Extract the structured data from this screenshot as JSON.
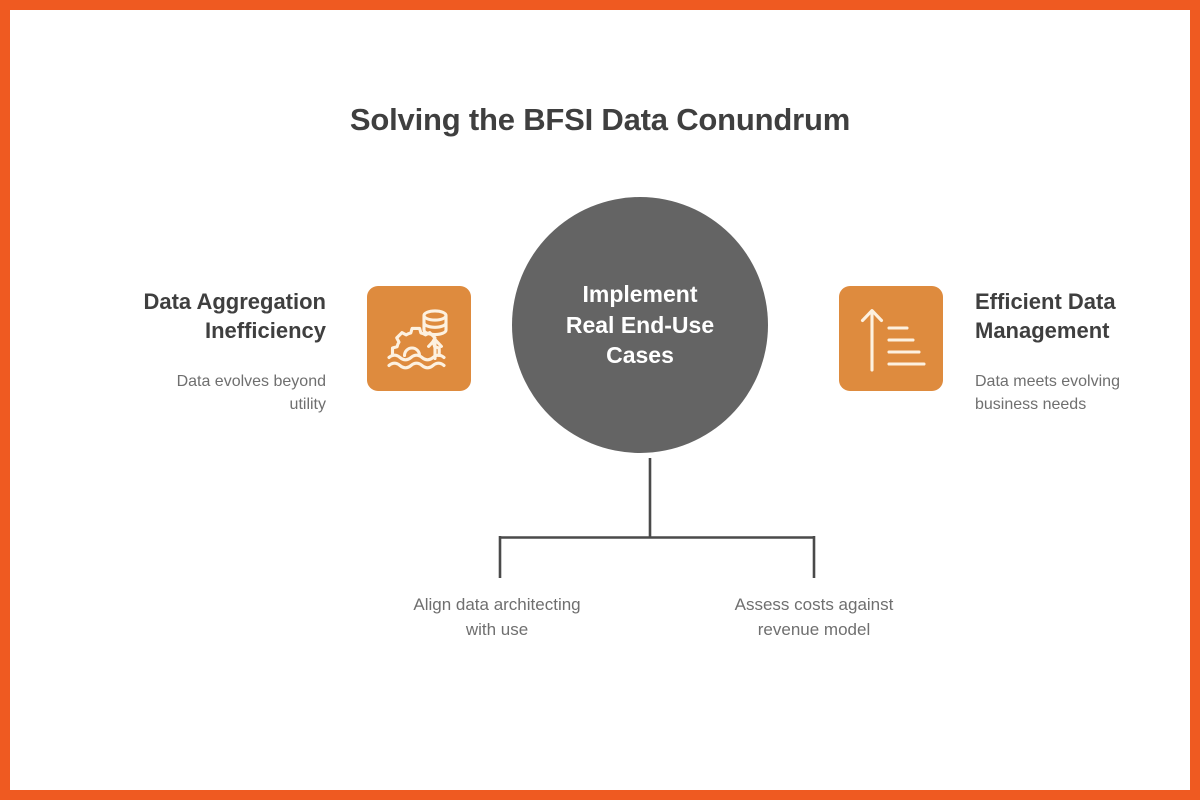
{
  "frame": {
    "border_color": "#ef5a21",
    "background_color": "#ffffff"
  },
  "title": "Solving the BFSI Data Conundrum",
  "center_node": {
    "label": "Implement\nReal End-Use\nCases",
    "fill_color": "#646464",
    "text_color": "#ffffff"
  },
  "left_branch": {
    "heading": "Data Aggregation\nInefficiency",
    "subtext": "Data evolves beyond\nutility",
    "icon_name": "gear-in-waves-with-database-arrow-icon",
    "tile_color": "#de8b3e"
  },
  "right_branch": {
    "heading": "Efficient Data\nManagement",
    "subtext": "Data meets evolving\nbusiness needs",
    "icon_name": "up-arrow-ascending-bars-icon",
    "tile_color": "#de8b3e"
  },
  "outcomes": [
    {
      "label": "Align data architecting\nwith use"
    },
    {
      "label": "Assess costs against\nrevenue model"
    }
  ],
  "connector": {
    "line_color": "#4a4a4a"
  },
  "colors": {
    "accent_orange": "#ef5a21",
    "tile_orange": "#de8b3e",
    "node_gray": "#646464",
    "heading_gray": "#3f3f3f",
    "body_gray": "#6f6f6f"
  }
}
